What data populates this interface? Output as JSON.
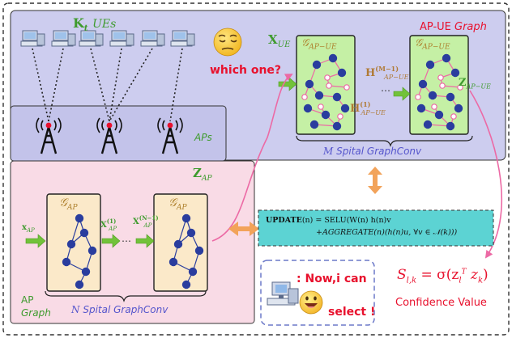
{
  "ue_group": {
    "k": "K",
    "k_sub": "t",
    "label": "UEs"
  },
  "question": "which one?",
  "ap_ue_graph": {
    "title_plain": "AP-UE",
    "title_italic": "Graph",
    "input": "X",
    "input_sub": "UE",
    "graph_label": "𝒢",
    "graph_sub": "AP−UE",
    "h_first": "H",
    "h_first_sup": "(1)",
    "h_first_sub": "AP−UE",
    "h_last": "H",
    "h_last_sup": "(M−1)",
    "h_last_sub": "AP−UE",
    "output": "Z",
    "output_sub": "AP−UE",
    "conv_letter": "M",
    "conv_label": "Spital GraphConv"
  },
  "aps": {
    "label": "APs"
  },
  "ap_graph": {
    "output": "Z",
    "output_sub": "AP",
    "input": "x",
    "input_sub": "AP",
    "graph_label": "𝒢",
    "graph_sub": "AP",
    "x_first": "X",
    "x_first_sup": "(1)",
    "x_first_sub": "AP",
    "x_last": "X",
    "x_last_sup": "(N−1)",
    "x_last_sub": "AP",
    "conv_letter": "N",
    "conv_label": "Spital GraphConv",
    "name_line1": "AP",
    "name_line2": "Graph"
  },
  "update": {
    "line1_keyword": "UPDATE",
    "line1_rest": "(n) = SELU(W(n) h(n)v",
    "line2": "+AGGREGATE(n)(h(n)u, ∀v ∈ 𝒩(k)))"
  },
  "score": {
    "formula": "S",
    "formula_sub": "l,k",
    "formula_rest": " = σ(z",
    "formula_rest_sup": "T",
    "formula_rest_sub": "l",
    "formula_end": " z",
    "formula_end_sub": "k",
    "formula_close": ")",
    "caption": "Confidence Value"
  },
  "result": {
    "line1": ":  Now,i can",
    "line2": "select !"
  },
  "colors": {
    "top_panel": "#cdcdef",
    "ap_panel": "#f9dbe6",
    "update_fill": "#5cd3d3",
    "graph_fill": "#c5f0a5",
    "node": "#2a3d9e",
    "edge_pink": "#ec6aa5",
    "red_text": "#e8112d",
    "blue_text": "#3b3bdc"
  },
  "icons": [
    "computer-icon",
    "antenna-icon",
    "sad-emoji-icon",
    "happy-emoji-icon",
    "arrow-icon"
  ]
}
